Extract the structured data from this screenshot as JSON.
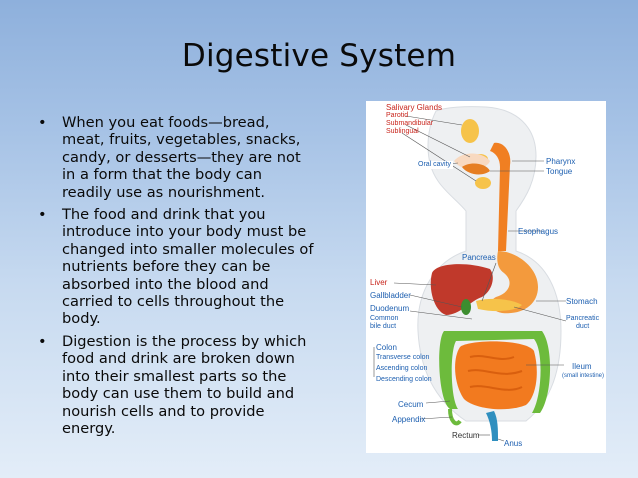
{
  "slide": {
    "title": "Digestive System",
    "bullets": [
      "When you eat foods—bread, meat, fruits, vegetables, snacks, candy, or desserts—they are not in a form that the body can readily use as nourishment.",
      "The food and drink that you introduce into your body must be changed into smaller molecules of nutrients before they can be absorbed into the blood and carried to cells throughout the body.",
      "Digestion is the process by which food and drink are broken down into their smallest parts so the body can use them to build and nourish cells and to provide energy."
    ],
    "bullet_glyph": "•"
  },
  "figure": {
    "labels": {
      "salivary_glands": "Salivary Glands",
      "parotid": "Parotid",
      "submandibular": "Submandibular",
      "sublingual": "Sublingual",
      "oral_cavity": "Oral cavity",
      "pharynx": "Pharynx",
      "tongue": "Tongue",
      "esophagus": "Esophagus",
      "pancreas": "Pancreas",
      "liver": "Liver",
      "gallbladder": "Gallbladder",
      "duodenum": "Duodenum",
      "common_bile_duct_1": "Common",
      "common_bile_duct_2": "bile duct",
      "stomach": "Stomach",
      "pancreatic_duct_1": "Pancreatic",
      "pancreatic_duct_2": "duct",
      "colon": "Colon",
      "transverse_colon": "Transverse colon",
      "ascending_colon": "Ascending colon",
      "descending_colon": "Descending colon",
      "ileum": "Ileum",
      "small_intestine": "(small intestine)",
      "cecum": "Cecum",
      "appendix": "Appendix",
      "rectum": "Rectum",
      "anus": "Anus"
    },
    "colors": {
      "esophagus": "#f07f22",
      "liver": "#c0392b",
      "stomach": "#f39a3d",
      "small_intestine": "#f27a1f",
      "colon": "#6dbb3c",
      "gallbladder": "#3c8d2f",
      "pancreas": "#f6c34a",
      "rectum": "#2f8fbf",
      "blue_label": "#1d5fb0",
      "red_label": "#c8251c"
    }
  }
}
